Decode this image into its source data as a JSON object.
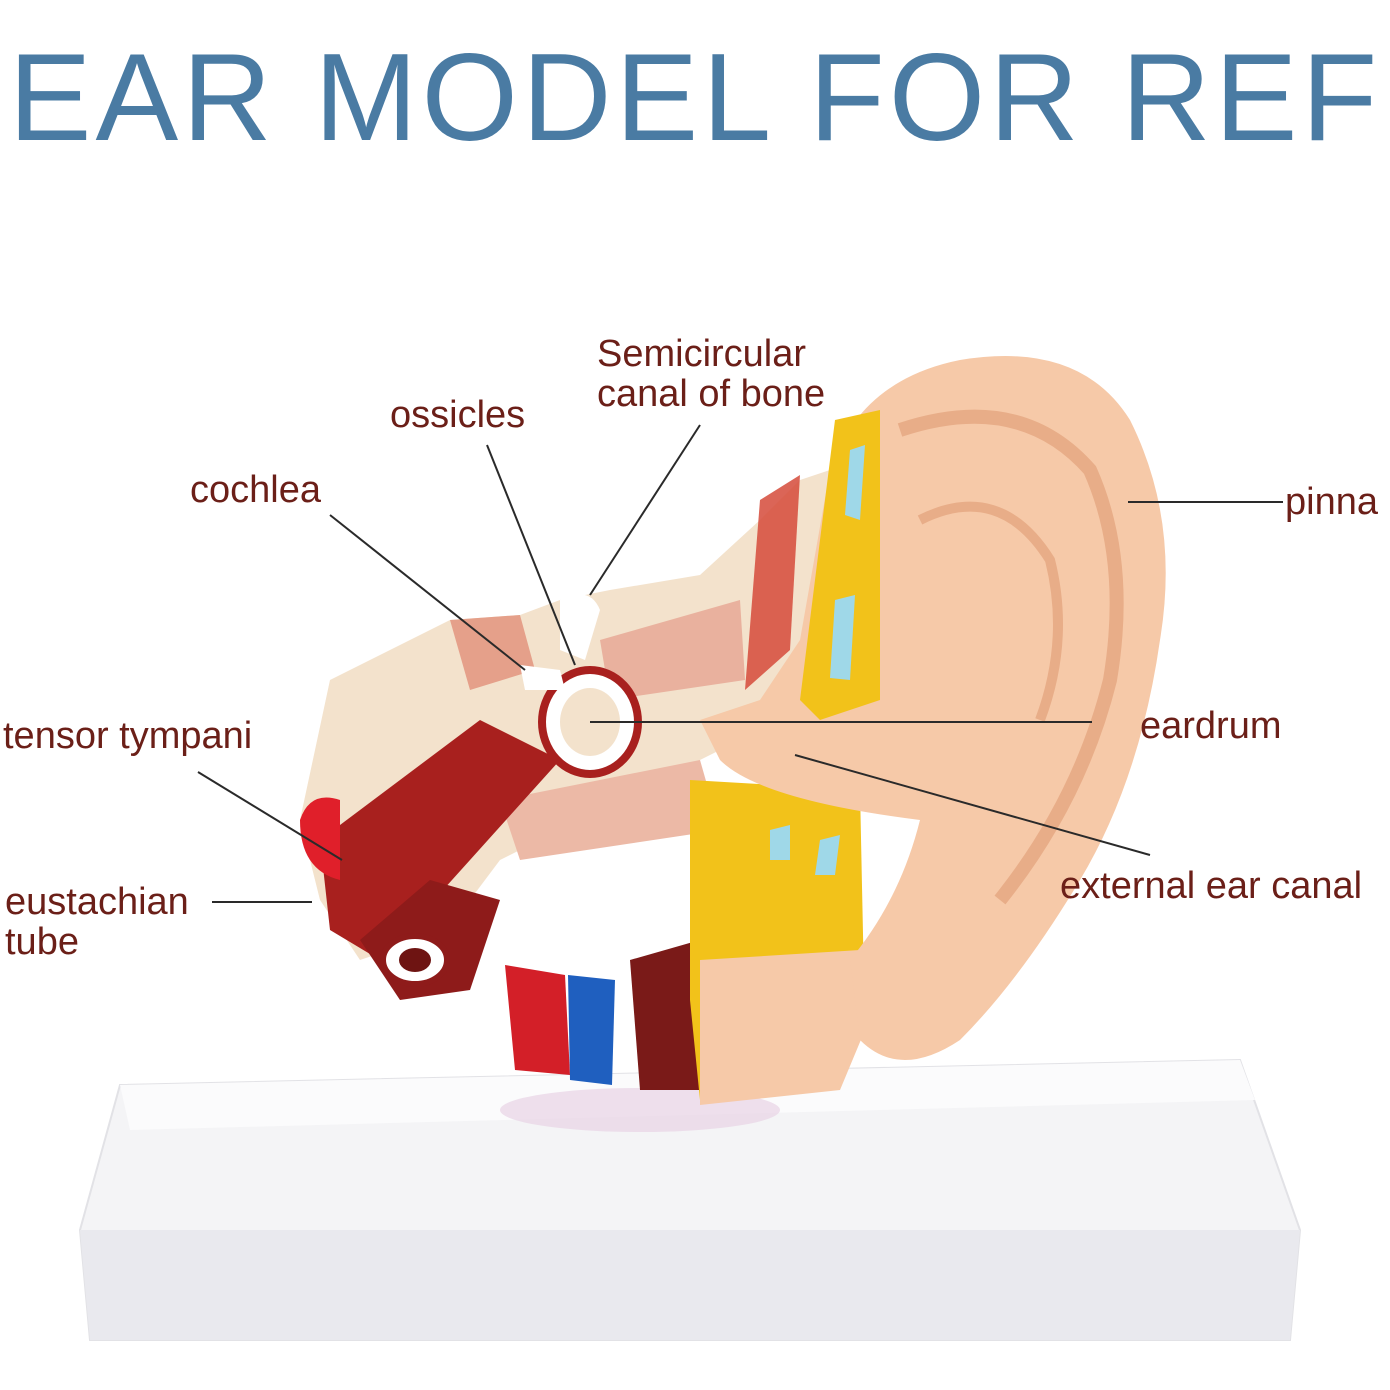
{
  "title": "EAR MODEL FOR REF",
  "colors": {
    "title": "#4a7ba3",
    "label": "#6b1f18",
    "leader": "#2a2a2a",
    "skin": "#f6c9a8",
    "skin_shadow": "#e8ad88",
    "cartilage_yellow": "#f2c21a",
    "muscle_red": "#a8201e",
    "bone_cream": "#f3e2cc",
    "vein_blue": "#1f5fbf",
    "base_white": "#f4f4f6"
  },
  "labels": {
    "semicircular_line1": "Semicircular",
    "semicircular_line2": "canal of bone",
    "ossicles": "ossicles",
    "cochlea": "cochlea",
    "pinna": "pinna",
    "tensor_tympani": "tensor tympani",
    "eardrum": "eardrum",
    "external_ear_canal": "external ear canal",
    "eustachian_line1": "eustachian",
    "eustachian_line2": "tube"
  }
}
